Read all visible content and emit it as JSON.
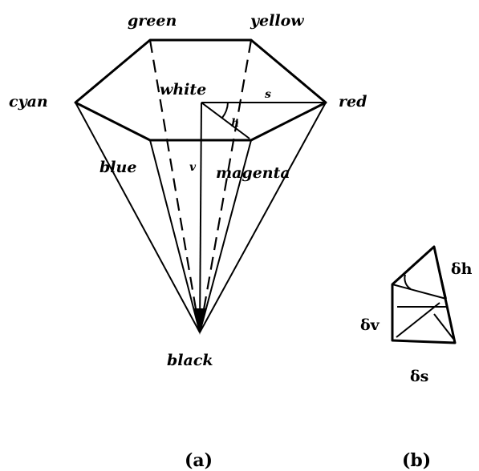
{
  "figure_a": {
    "vertices": {
      "green": "green",
      "yellow": "yellow",
      "cyan": "cyan",
      "white": "white",
      "red": "red",
      "blue": "blue",
      "magenta": "magenta",
      "black": "black"
    },
    "params": {
      "s": "s",
      "h": "h",
      "v": "v"
    },
    "caption": "(a)"
  },
  "figure_b": {
    "delta_h": "δh",
    "delta_v": "δv",
    "delta_s": "δs",
    "caption": "(b)"
  },
  "colors": {
    "ink": "#000000",
    "background": "#ffffff"
  }
}
